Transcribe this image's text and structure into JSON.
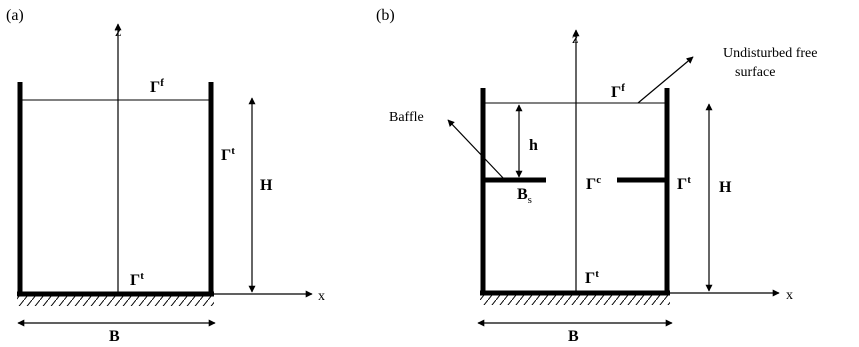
{
  "panel_a": {
    "tag": "(a)",
    "axis_z": "z",
    "axis_x": "x",
    "free_surface": {
      "greek": "Γ",
      "sup": "f"
    },
    "wall": {
      "greek": "Γ",
      "sup": "t"
    },
    "bottom": {
      "greek": "Γ",
      "sup": "t"
    },
    "height": "H",
    "width": "B"
  },
  "panel_b": {
    "tag": "(b)",
    "axis_z": "z",
    "axis_x": "x",
    "free_surface_note_line1": "Undisturbed free",
    "free_surface_note_line2": "surface",
    "baffle_note": "Baffle",
    "free_surface": {
      "greek": "Γ",
      "sup": "f"
    },
    "wall": {
      "greek": "Γ",
      "sup": "t"
    },
    "bottom": {
      "greek": "Γ",
      "sup": "t"
    },
    "center": {
      "greek": "Γ",
      "sup": "c"
    },
    "baffle_depth": "h",
    "baffle": {
      "main": "B",
      "sub": "s"
    },
    "height": "H",
    "width": "B"
  }
}
